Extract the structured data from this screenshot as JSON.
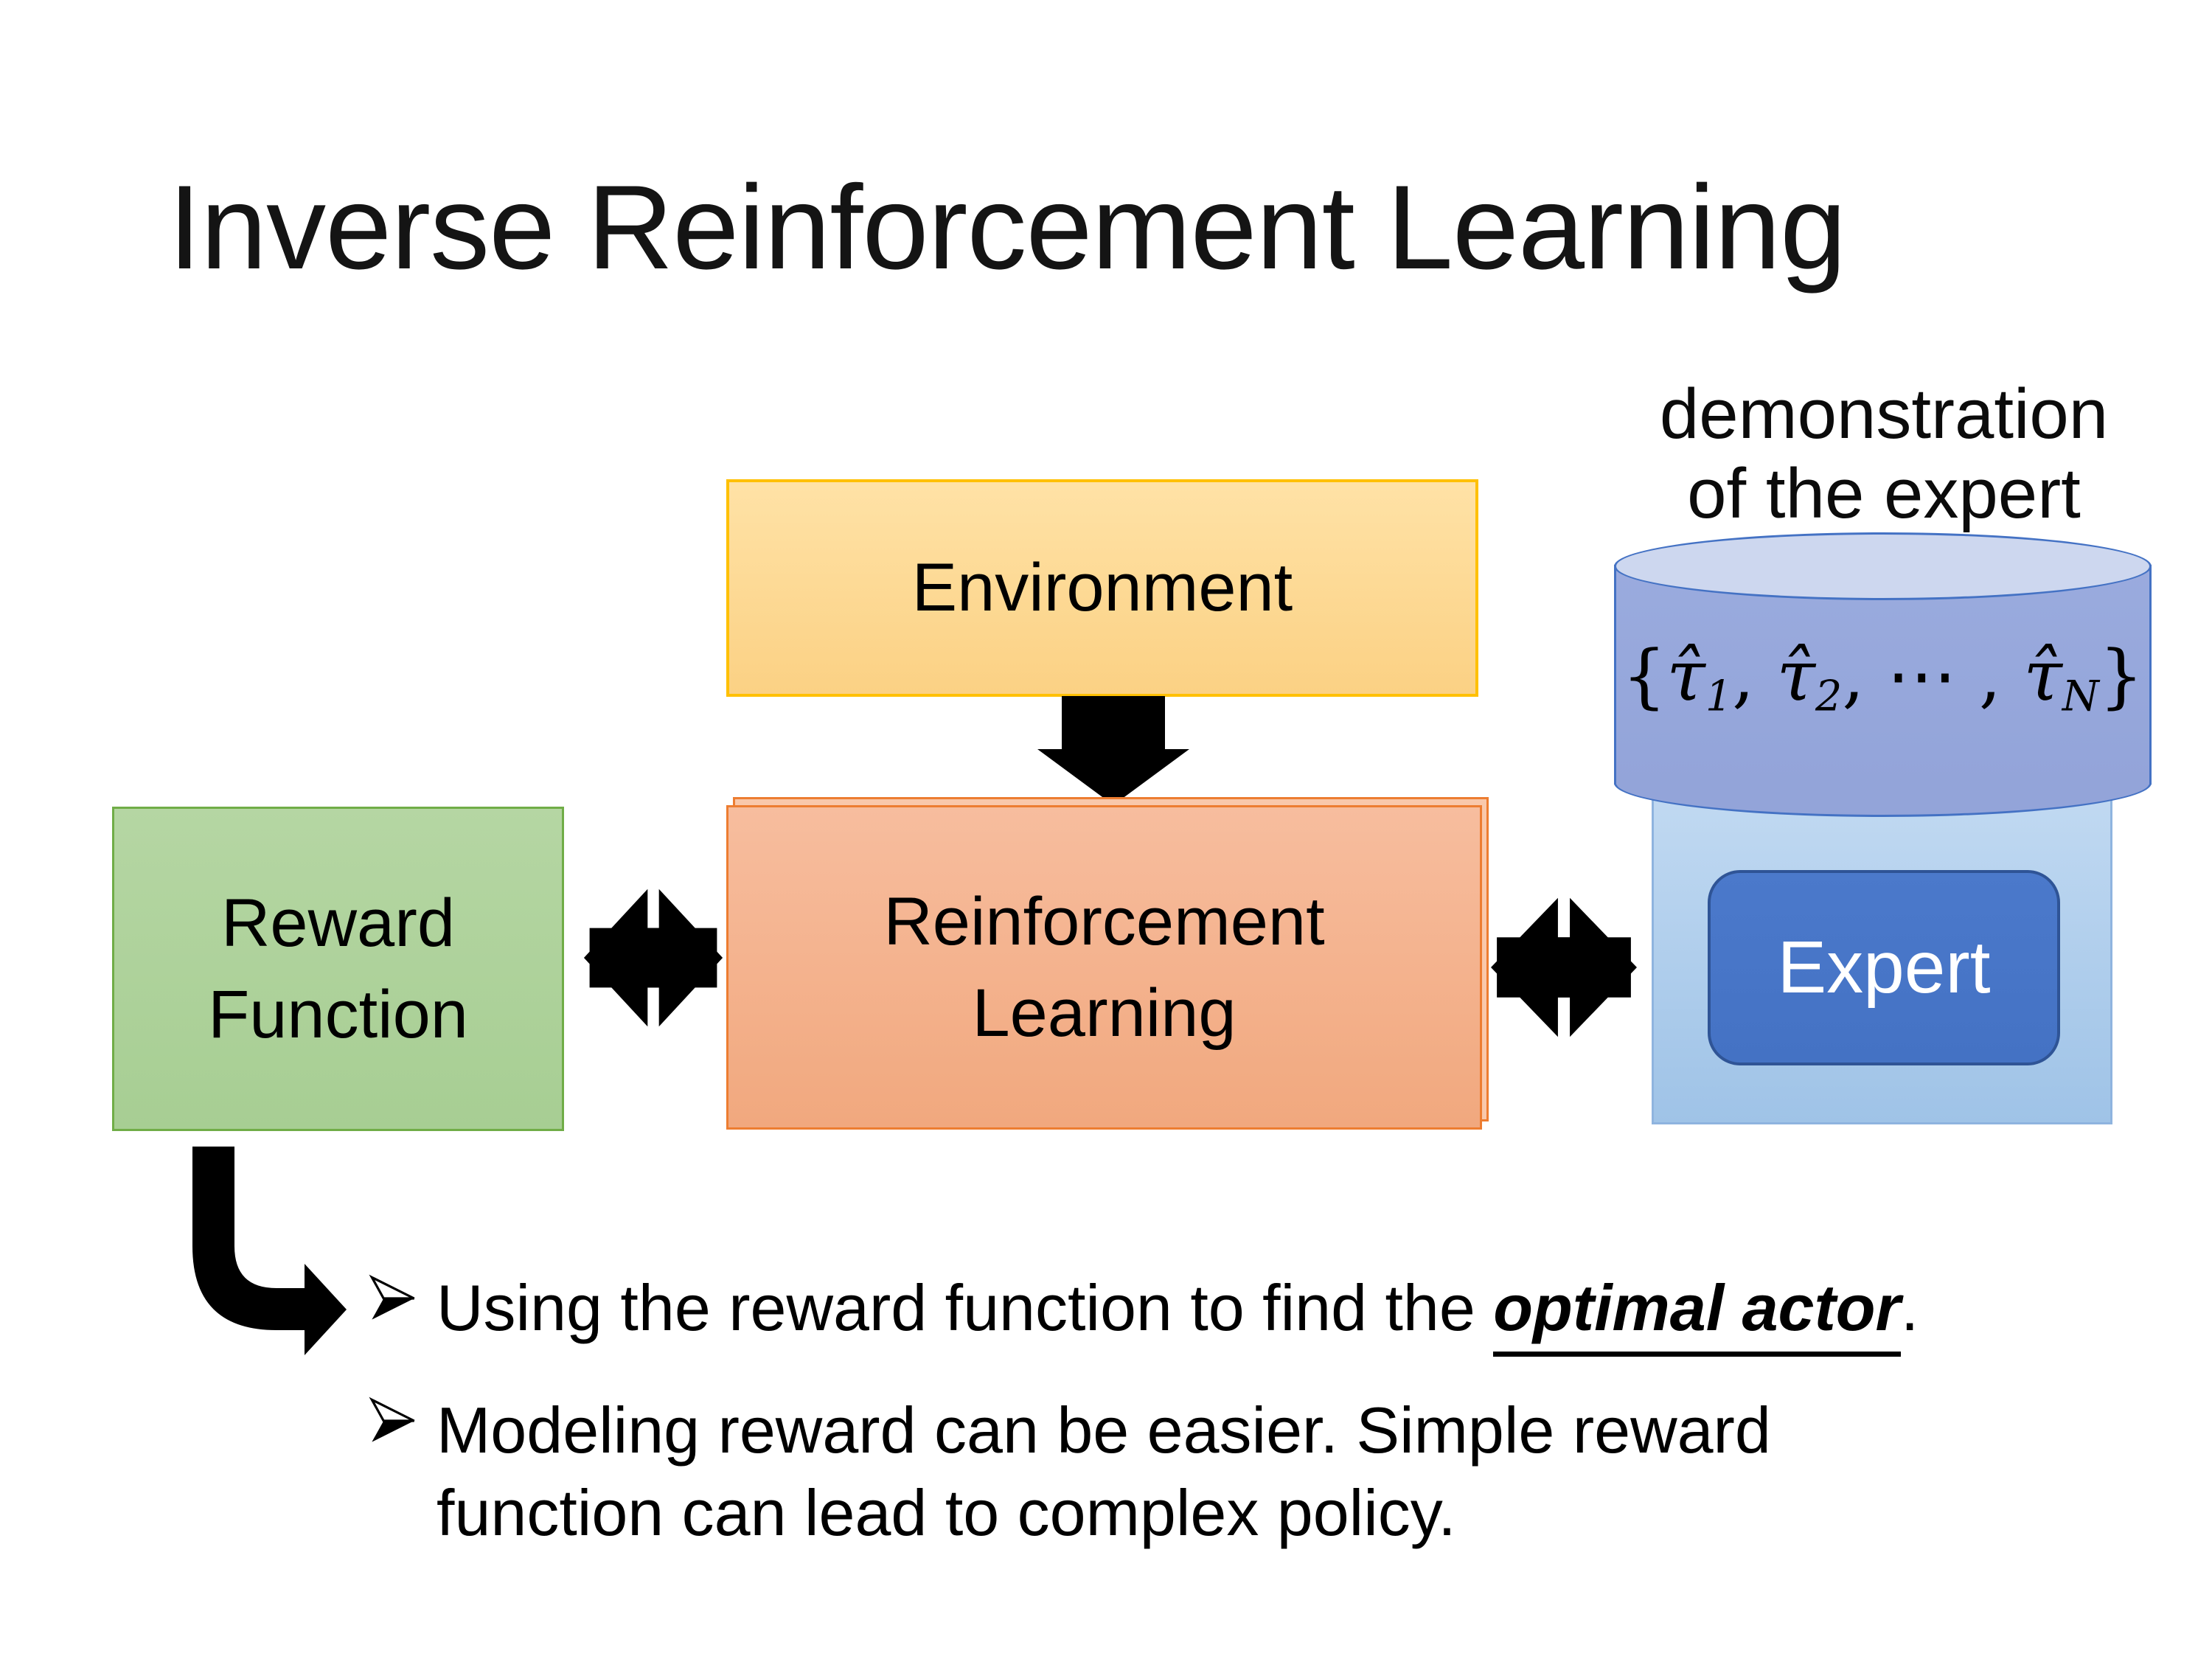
{
  "slide": {
    "title": "Inverse Reinforcement Learning"
  },
  "annotation": {
    "line1": "demonstration",
    "line2": "of the expert"
  },
  "boxes": {
    "environment": {
      "label": "Environment"
    },
    "reward": {
      "line1": "Reward",
      "line2": "Function"
    },
    "rl": {
      "line1": "Reinforcement",
      "line2": "Learning"
    },
    "expert": {
      "label": "Expert"
    }
  },
  "database": {
    "math": {
      "open": "{",
      "tau1": "τ̂",
      "sub1": "1",
      "comma1": ", ",
      "tau2": "τ̂",
      "sub2": "2",
      "comma2": ", ",
      "dots": "⋯",
      "comma3": " , ",
      "tau3": "τ̂",
      "subN": "N",
      "close": "}"
    }
  },
  "bullets": [
    {
      "pre": "Using the reward function to find the ",
      "em": "optimal actor",
      "post": "."
    },
    {
      "text": "Modeling reward can be easier. Simple reward function can lead to complex policy."
    }
  ],
  "icons": {
    "down_arrow": "black-block-down-arrow",
    "exchange_arrow_left": "black-double-exchange-arrow",
    "exchange_arrow_right": "black-double-exchange-arrow",
    "elbow_arrow": "black-bent-elbow-arrow",
    "bullet_arrow": "➢"
  },
  "colors": {
    "ink": "#000000",
    "accent_gold": "#FFC000",
    "env_fill_top": "#FFE2A6",
    "env_fill_bottom": "#FBD184",
    "orange_border": "#ED7D31",
    "rl_fill_top": "#F7BD9E",
    "rl_fill_bottom": "#F1A87E",
    "rl_ghost_fill": "#F9C8AB",
    "green_border": "#70AD47",
    "reward_fill_top": "#B5D6A3",
    "reward_fill_bottom": "#A7CE93",
    "blue_accent": "#4472C4",
    "expert_border": "#2F5496",
    "cyl_top_fill": "#CDD7EF",
    "cyl_body_top": "#9AABDE",
    "cyl_body_bottom": "#93A4D9",
    "frame_fill_top": "#C2DAF2",
    "frame_fill_bottom": "#9FC3E7",
    "frame_border": "#8FB4DF"
  }
}
